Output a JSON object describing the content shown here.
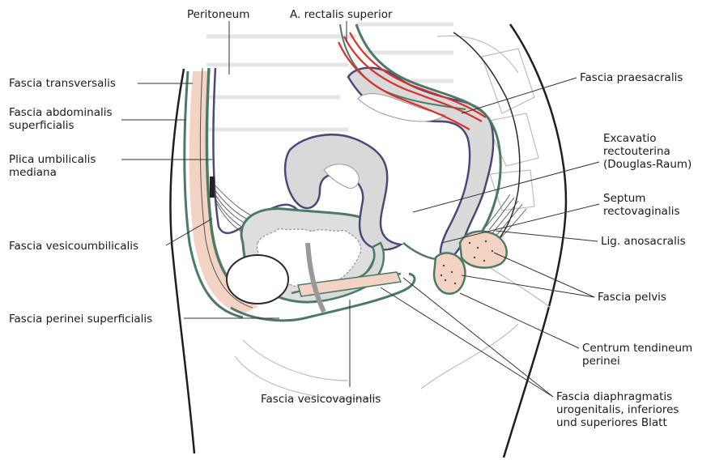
{
  "figure": {
    "colors": {
      "fascia": "#4d7a66",
      "peritoneum": "#4a4a7a",
      "organ_fill": "#d9d9d9",
      "tissue_pink": "#f3d3c3",
      "artery": "#d8322a",
      "outline": "#2b2b2b",
      "leader": "#333333",
      "faint": "#c8c8c8"
    },
    "labels": {
      "peritoneum": "Peritoneum",
      "a_rectalis": "A. rectalis superior",
      "fascia_transversalis": "Fascia transversalis",
      "fascia_abdominalis_1": "Fascia abdominalis",
      "fascia_abdominalis_2": "superficialis",
      "plica_1": "Plica umbilicalis",
      "plica_2": "mediana",
      "fascia_vesicoumbilicalis": "Fascia vesicoumbilicalis",
      "fascia_perinei": "Fascia perinei superficialis",
      "fascia_vesicovaginalis": "Fascia vesicovaginalis",
      "fascia_praesacralis": "Fascia praesacralis",
      "excavatio_1": "Excavatio",
      "excavatio_2": "rectouterina",
      "excavatio_3": "(Douglas-Raum)",
      "septum_1": "Septum",
      "septum_2": "rectovaginalis",
      "lig_anosacralis": "Lig. anosacralis",
      "fascia_pelvis": "Fascia pelvis",
      "centrum_1": "Centrum tendineum",
      "centrum_2": "perinei",
      "diaphragmatis_1": "Fascia diaphragmatis",
      "diaphragmatis_2": "urogenitalis, inferiores",
      "diaphragmatis_3": "und superiores Blatt"
    }
  }
}
